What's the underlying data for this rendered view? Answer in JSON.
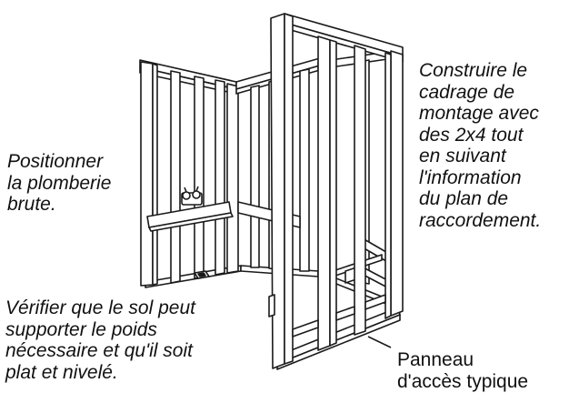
{
  "captions": {
    "plumbing": "Positionner\nla plomberie\nbrute.",
    "framing": "Construire le\ncadrage de\nmontage avec\ndes 2x4 tout\nen suivant\nl'information\ndu plan de\nraccordement.",
    "floor": "Vérifier que le sol peut\nsupporter le poids\nnécessaire et qu'il soit\nplat et nivelé.",
    "access_panel": "Panneau\nd'accès typique"
  },
  "colors": {
    "line": "#1a1a1a",
    "stud_fill": "#ffffff",
    "background": "#ffffff"
  },
  "icons": [
    "faucet-valve-icon",
    "drain-icon"
  ]
}
